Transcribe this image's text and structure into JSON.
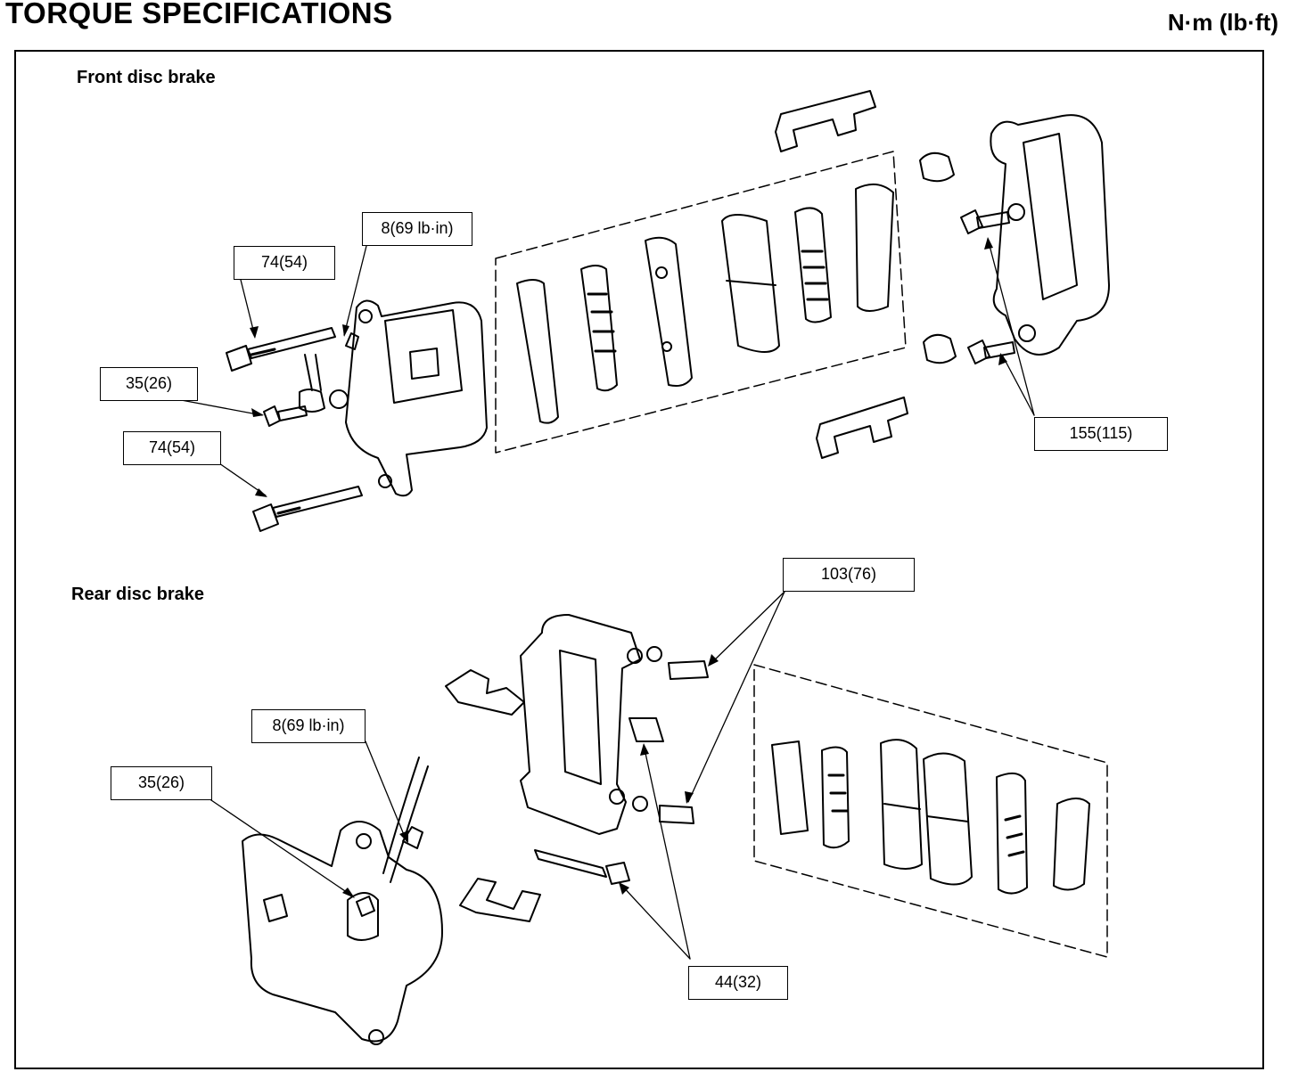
{
  "header": {
    "title": "TORQUE SPECIFICATIONS",
    "units": "N·m (lb·ft)"
  },
  "front": {
    "section_title": "Front disc brake",
    "labels": {
      "bleeder_torque": "8(69 lb·in)",
      "upper_pin_bolt": "74(54)",
      "banjo_bolt": "35(26)",
      "lower_pin_bolt": "74(54)",
      "bracket_bolts": "155(115)"
    }
  },
  "rear": {
    "section_title": "Rear disc brake",
    "labels": {
      "bracket_bolts": "103(76)",
      "bleeder_torque": "8(69 lb·in)",
      "banjo_bolt": "35(26)",
      "pin_bolts": "44(32)"
    }
  }
}
